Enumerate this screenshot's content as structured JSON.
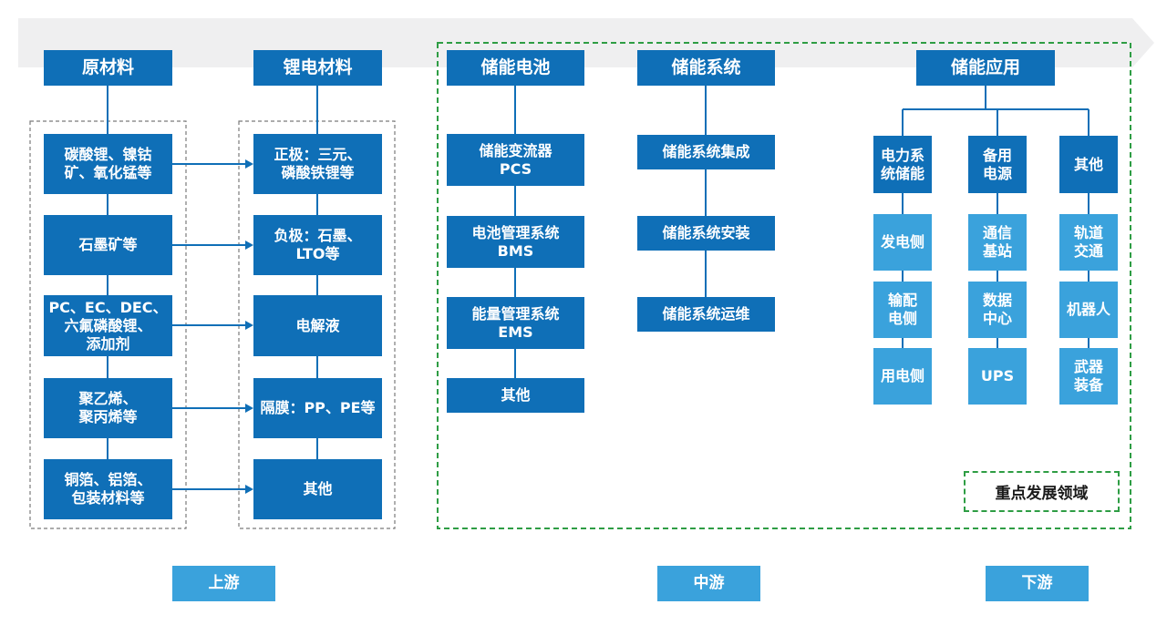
{
  "upstream": {
    "raw_materials": {
      "title": "原材料",
      "items": [
        "碳酸锂、镍钴\n矿、氧化锰等",
        "石墨矿等",
        "PC、EC、DEC、\n六氟磷酸锂、\n添加剂",
        "聚乙烯、\n聚丙烯等",
        "铜箔、铝箔、\n包装材料等"
      ]
    },
    "battery_materials": {
      "title": "锂电材料",
      "items": [
        "正极：三元、\n磷酸铁锂等",
        "负极：石墨、\nLTO等",
        "电解液",
        "隔膜：PP、PE等",
        "其他"
      ]
    }
  },
  "midstream": {
    "storage_battery": {
      "title": "储能电池",
      "items": [
        "储能变流器\nPCS",
        "电池管理系统\nBMS",
        "能量管理系统\nEMS",
        "其他"
      ]
    },
    "storage_system": {
      "title": "储能系统",
      "items": [
        "储能系统集成",
        "储能系统安装",
        "储能系统运维"
      ]
    }
  },
  "downstream": {
    "title": "储能应用",
    "columns": [
      {
        "title": "电力系\n统储能",
        "items": [
          "发电侧",
          "输配\n电侧",
          "用电侧"
        ]
      },
      {
        "title": "备用\n电源",
        "items": [
          "通信\n基站",
          "数据\n中心",
          "UPS"
        ]
      },
      {
        "title": "其他",
        "items": [
          "轨道\n交通",
          "机器人",
          "武器\n装备"
        ]
      }
    ]
  },
  "focus_label": "重点发展领域",
  "stages": [
    "上游",
    "中游",
    "下游"
  ],
  "colors": {
    "dark_blue": "#0f6fb7",
    "light_blue": "#3aa2dc",
    "arrow_band": "#efeff0",
    "focus_border": "#2e9d44",
    "group_border": "#7a7a7a"
  }
}
